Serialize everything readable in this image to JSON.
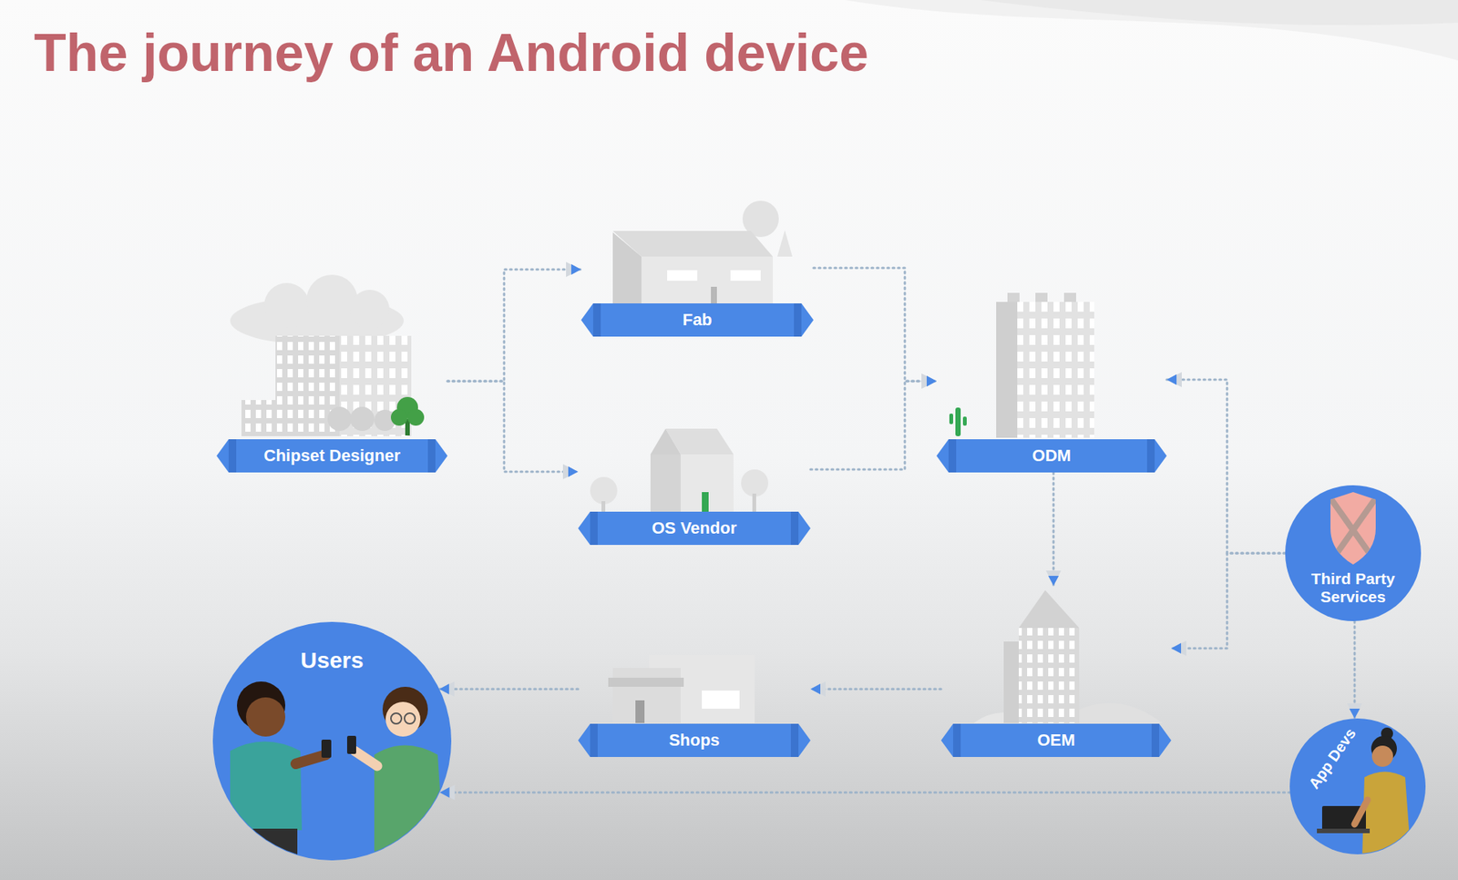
{
  "diagram": {
    "title": "The journey of an Android device",
    "nodes": [
      {
        "text": [
          "Chipset Designer"
        ]
      },
      {
        "text": [
          "Fab"
        ]
      },
      {
        "text": [
          "OS Vendor"
        ]
      },
      {
        "text": [
          "ODM"
        ]
      },
      {
        "text": [
          "OEM"
        ]
      },
      {
        "text": [
          "Third Party Services"
        ]
      },
      {
        "text": [
          "Shops"
        ]
      },
      {
        "text": [
          "Users"
        ]
      },
      {
        "text": [
          "App Devs"
        ]
      }
    ],
    "edges": [
      {
        "from": 0,
        "to": 1,
        "arrow": "to"
      },
      {
        "from": 0,
        "to": 2,
        "arrow": "to"
      },
      {
        "from": 1,
        "to": 3,
        "arrow": "to"
      },
      {
        "from": 2,
        "to": 3,
        "arrow": "to"
      },
      {
        "from": 3,
        "to": 4,
        "arrow": "to"
      },
      {
        "from": 5,
        "to": 3,
        "arrow": "to"
      },
      {
        "from": 5,
        "to": 4,
        "arrow": "to"
      },
      {
        "from": 4,
        "to": 6,
        "arrow": "to"
      },
      {
        "from": 6,
        "to": 7,
        "arrow": "to"
      },
      {
        "from": 5,
        "to": 8,
        "arrow": "to"
      },
      {
        "from": 8,
        "to": 7,
        "arrow": "to"
      }
    ]
  }
}
